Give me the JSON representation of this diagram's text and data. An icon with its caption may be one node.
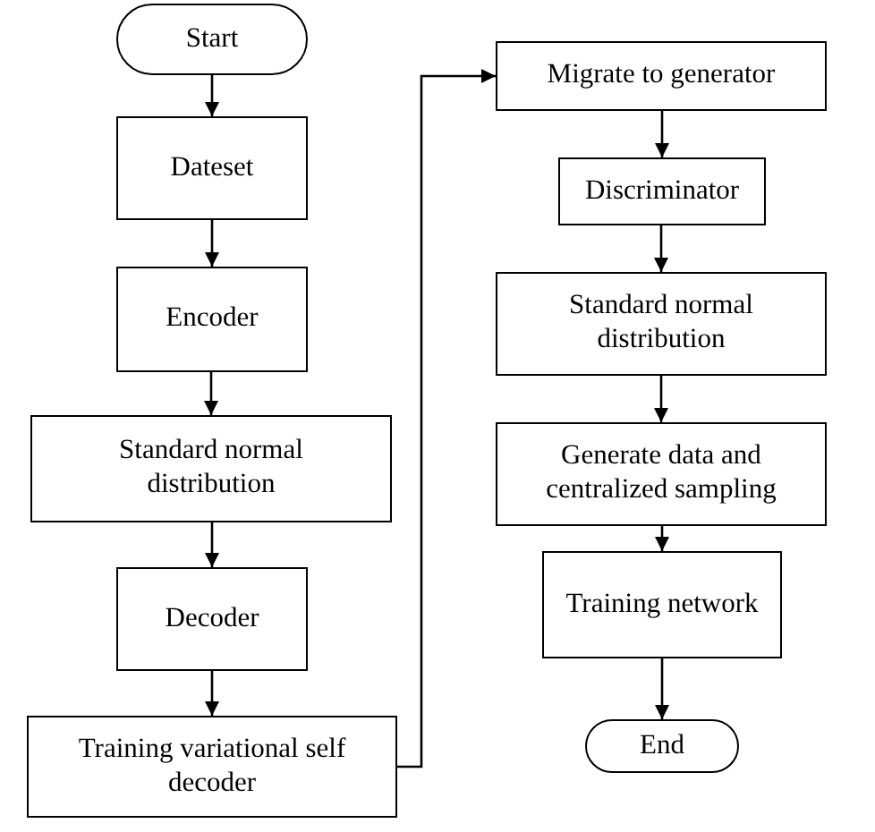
{
  "diagram": {
    "nodes": [
      {
        "text": [
          "Start"
        ]
      },
      {
        "text": [
          "Dateset"
        ]
      },
      {
        "text": [
          "Encoder"
        ]
      },
      {
        "text": [
          "Standard normal distribution"
        ]
      },
      {
        "text": [
          "Decoder"
        ]
      },
      {
        "text": [
          "Training variational self decoder"
        ]
      },
      {
        "text": [
          "Migrate to generator"
        ]
      },
      {
        "text": [
          "Discriminator"
        ]
      },
      {
        "text": [
          "Standard normal distribution"
        ]
      },
      {
        "text": [
          "Generate data and centralized sampling"
        ]
      },
      {
        "text": [
          "Training network"
        ]
      },
      {
        "text": [
          "End"
        ]
      }
    ],
    "edges": [
      {
        "from": 0,
        "to": 1,
        "arrow": "to"
      },
      {
        "from": 1,
        "to": 2,
        "arrow": "to"
      },
      {
        "from": 2,
        "to": 3,
        "arrow": "to"
      },
      {
        "from": 3,
        "to": 4,
        "arrow": "to"
      },
      {
        "from": 4,
        "to": 5,
        "arrow": "to"
      },
      {
        "from": 5,
        "to": 6,
        "arrow": "to"
      },
      {
        "from": 6,
        "to": 7,
        "arrow": "to"
      },
      {
        "from": 7,
        "to": 8,
        "arrow": "to"
      },
      {
        "from": 8,
        "to": 9,
        "arrow": "to"
      },
      {
        "from": 9,
        "to": 10,
        "arrow": "to"
      },
      {
        "from": 10,
        "to": 11,
        "arrow": "to"
      }
    ]
  }
}
